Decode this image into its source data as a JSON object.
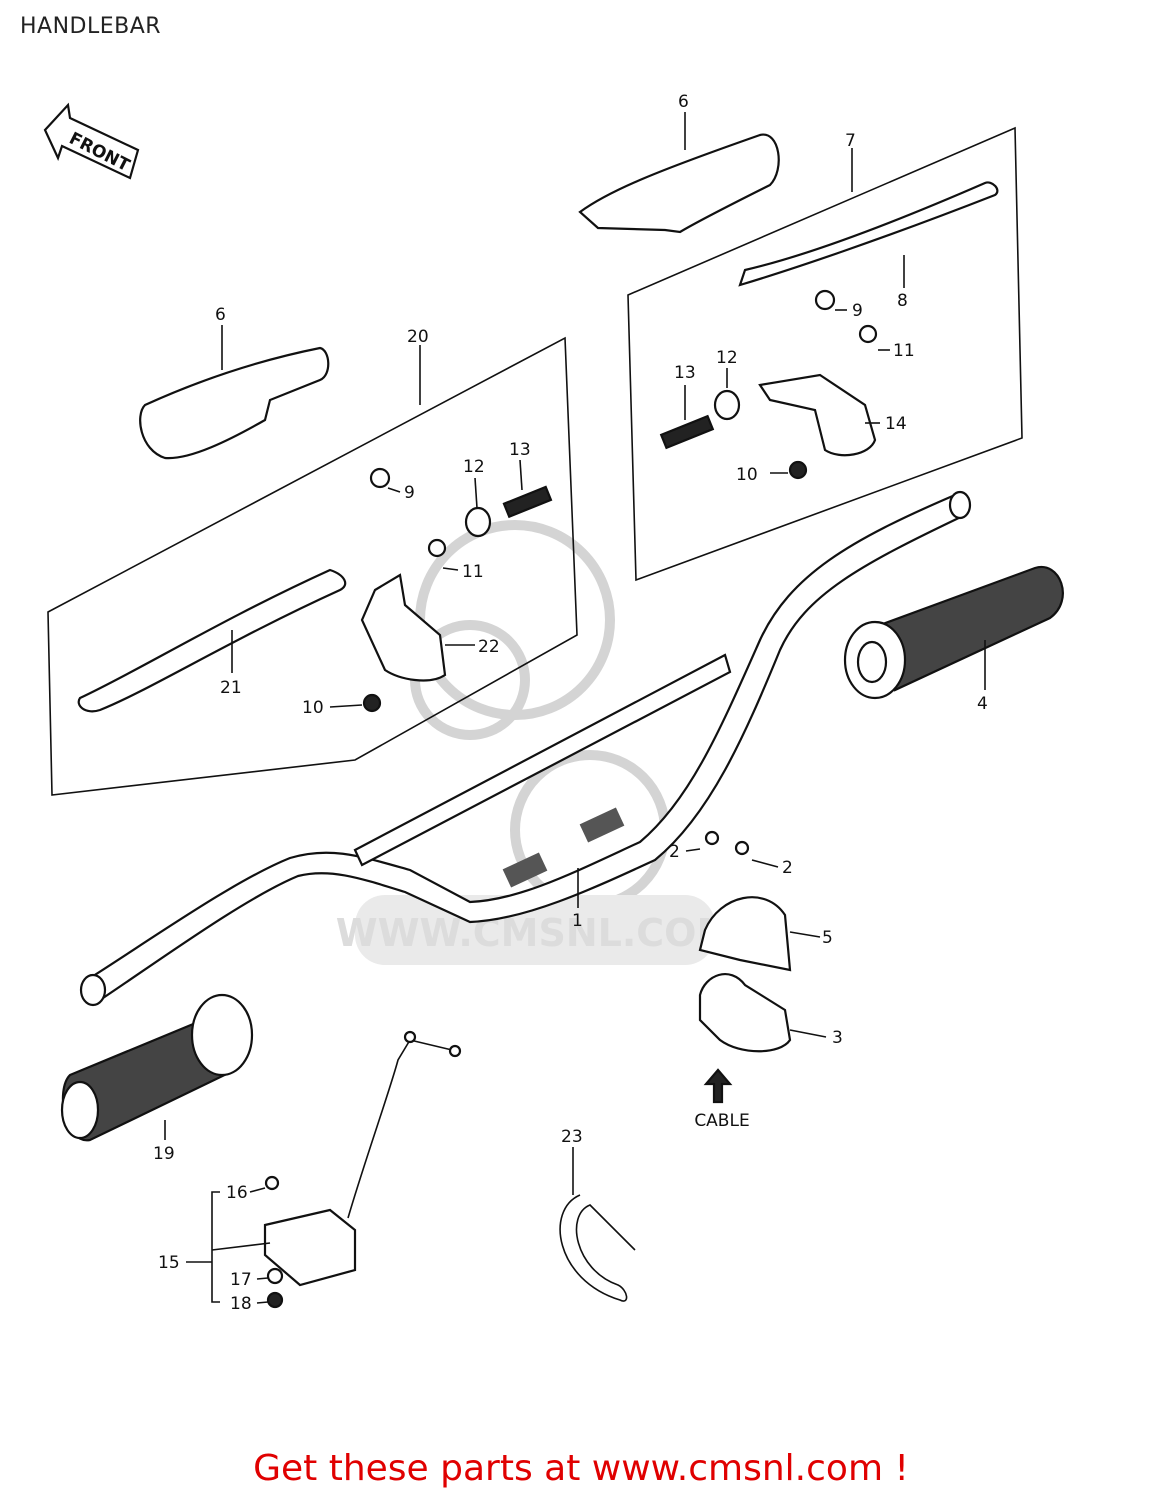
{
  "title": "HANDLEBAR",
  "front_arrow_label": "FRONT",
  "cable_label": "CABLE",
  "watermark_text": "WWW.CMSNL.COM",
  "cta_text": "Get these parts at www.cmsnl.com !",
  "colors": {
    "cta": "#e00000",
    "line": "#111111",
    "watermark": "#d4d4d4"
  },
  "callouts": {
    "c1": "1",
    "c2a": "2",
    "c2b": "2",
    "c3": "3",
    "c4": "4",
    "c5": "5",
    "c6a": "6",
    "c6b": "6",
    "c7": "7",
    "c8": "8",
    "c9a": "9",
    "c9b": "9",
    "c10a": "10",
    "c10b": "10",
    "c11a": "11",
    "c11b": "11",
    "c12a": "12",
    "c12b": "12",
    "c13a": "13",
    "c13b": "13",
    "c14": "14",
    "c15": "15",
    "c16": "16",
    "c17": "17",
    "c18": "18",
    "c19": "19",
    "c20": "20",
    "c21": "21",
    "c22": "22",
    "c23": "23"
  }
}
